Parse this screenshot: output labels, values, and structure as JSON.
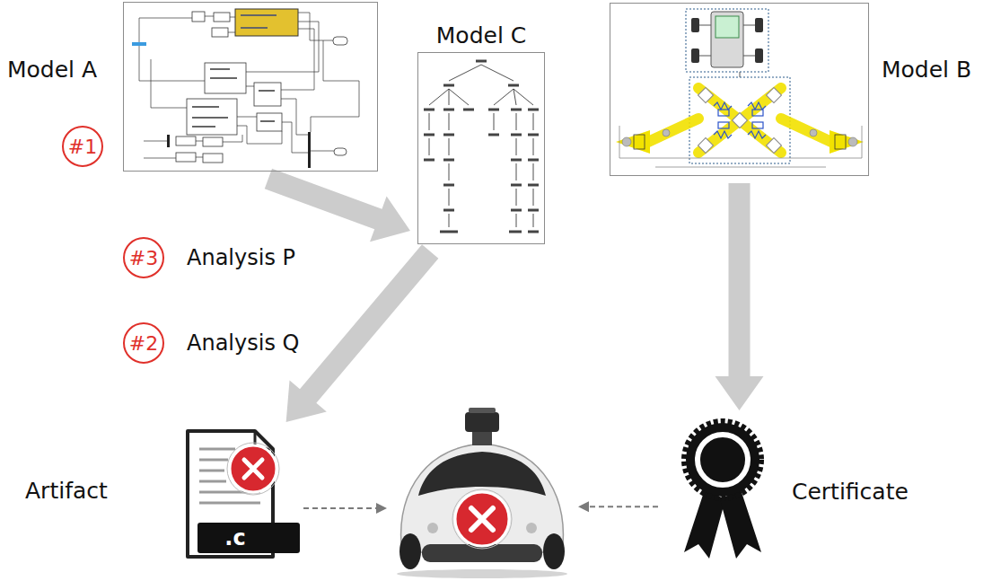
{
  "diagram": {
    "nodes": [
      {
        "text": [
          "Model A"
        ]
      },
      {
        "text": [
          "Model B"
        ]
      },
      {
        "text": [
          "Model C"
        ]
      },
      {
        "text": [
          "Artifact",
          ".c"
        ]
      },
      {
        "text": []
      },
      {
        "text": [
          "Certificate"
        ]
      }
    ],
    "edges": [
      {
        "from": 0,
        "to": 2,
        "arrow": "to",
        "label": "Analysis P"
      },
      {
        "from": 2,
        "to": 3,
        "arrow": "to",
        "label": "Analysis Q"
      },
      {
        "from": 1,
        "to": 5,
        "arrow": "to"
      },
      {
        "from": 3,
        "to": 4,
        "arrow": "to"
      },
      {
        "from": 5,
        "to": 4,
        "arrow": "to"
      }
    ],
    "labels": [
      "#1",
      "#3",
      "#2"
    ]
  }
}
